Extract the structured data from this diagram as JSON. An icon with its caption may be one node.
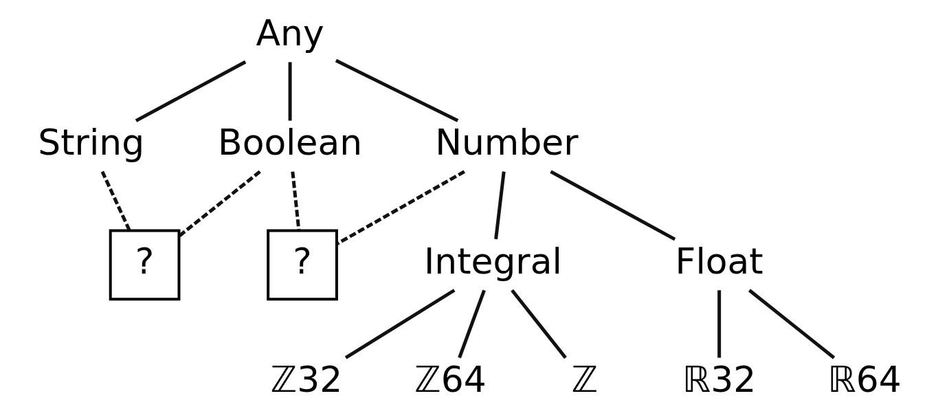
{
  "diagram": {
    "nodes": [
      {
        "text": [
          "Any"
        ]
      },
      {
        "text": [
          "String"
        ]
      },
      {
        "text": [
          "Boolean"
        ]
      },
      {
        "text": [
          "Number"
        ]
      },
      {
        "text": [
          "?"
        ]
      },
      {
        "text": [
          "?"
        ]
      },
      {
        "text": [
          "Integral"
        ]
      },
      {
        "text": [
          "Float"
        ]
      },
      {
        "text": [
          "ℤ32"
        ]
      },
      {
        "text": [
          "ℤ64"
        ]
      },
      {
        "text": [
          "ℤ"
        ]
      },
      {
        "text": [
          "ℝ32"
        ]
      },
      {
        "text": [
          "ℝ64"
        ]
      }
    ],
    "edges": [
      {
        "from": 0,
        "to": 1,
        "arrow": "none"
      },
      {
        "from": 0,
        "to": 2,
        "arrow": "none"
      },
      {
        "from": 0,
        "to": 3,
        "arrow": "none"
      },
      {
        "from": 1,
        "to": 4,
        "arrow": "none",
        "style": "dashed"
      },
      {
        "from": 2,
        "to": 4,
        "arrow": "none",
        "style": "dashed"
      },
      {
        "from": 2,
        "to": 5,
        "arrow": "none",
        "style": "dashed"
      },
      {
        "from": 3,
        "to": 5,
        "arrow": "none",
        "style": "dashed"
      },
      {
        "from": 3,
        "to": 6,
        "arrow": "none"
      },
      {
        "from": 3,
        "to": 7,
        "arrow": "none"
      },
      {
        "from": 6,
        "to": 8,
        "arrow": "none"
      },
      {
        "from": 6,
        "to": 9,
        "arrow": "none"
      },
      {
        "from": 6,
        "to": 10,
        "arrow": "none"
      },
      {
        "from": 7,
        "to": 11,
        "arrow": "none"
      },
      {
        "from": 7,
        "to": 12,
        "arrow": "none"
      }
    ]
  }
}
